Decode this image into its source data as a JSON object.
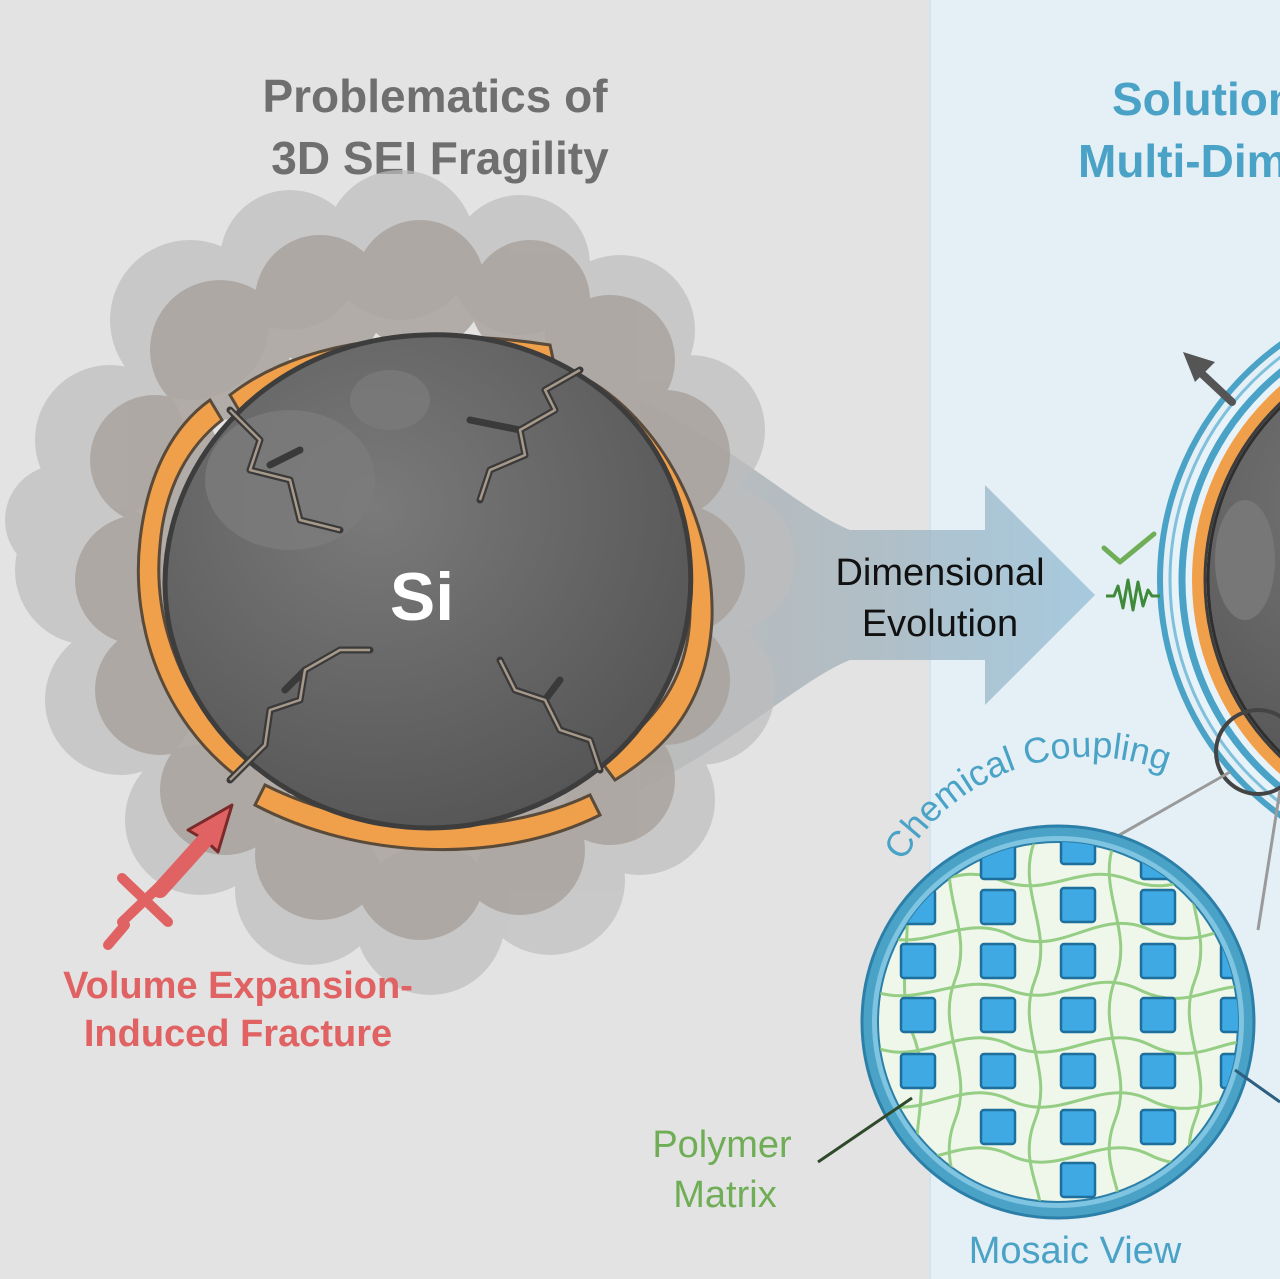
{
  "left_panel": {
    "title_line1": "Problematics of",
    "title_line2": "3D SEI Fragility",
    "particle_label": "Si",
    "fracture_label_line1": "Volume Expansion-",
    "fracture_label_line2": "Induced Fracture"
  },
  "transition": {
    "label_line1": "Dimensional",
    "label_line2": "Evolution"
  },
  "right_panel": {
    "title_line1": "Solution",
    "title_line2": "Multi-Dim",
    "coupling_label": "Chemical Coupling",
    "matrix_label_line1": "Polymer",
    "matrix_label_line2": "Matrix",
    "mosaic_label": "Mosaic View"
  },
  "colors": {
    "left_background": "#e3e3e3",
    "right_background": "#e4eff6",
    "title_gray": "#6f6f6f",
    "title_blue": "#4aa3c6",
    "fracture_red": "#e06262",
    "sei_orange": "#f0a04a",
    "silicon_gray": "#626262",
    "polymer_green": "#6fae57",
    "inorganic_blue": "#3fa9e3",
    "arrow_blue": "#9cc3da"
  }
}
